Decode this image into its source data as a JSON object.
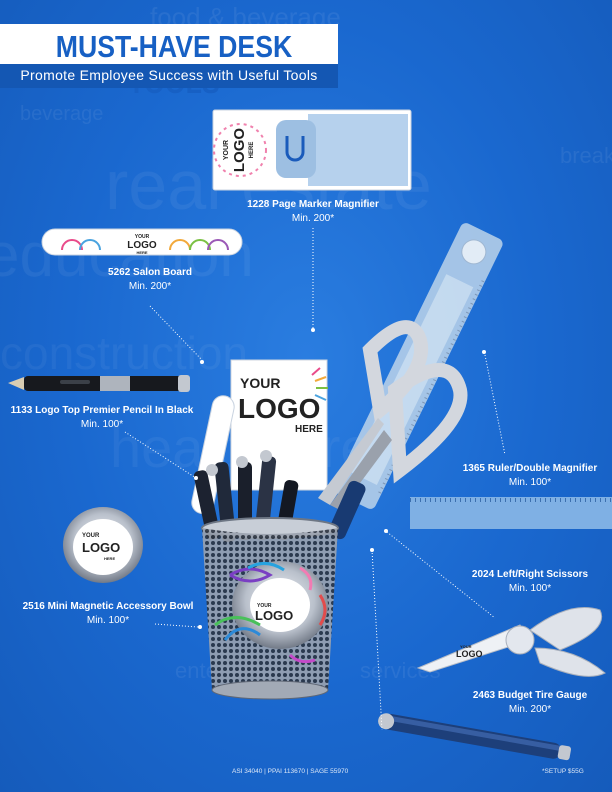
{
  "header": {
    "title": "MUST-HAVE DESK TOOLS",
    "subtitle": "Promote Employee Success with Useful Tools"
  },
  "watermark": {
    "words": [
      "food & beverage",
      "real estate",
      "breakfast",
      "education",
      "beverage",
      "construction",
      "healthcare",
      "entertainment",
      "services"
    ]
  },
  "products": [
    {
      "name": "1228 Page Marker Magnifier",
      "min": "Min. 200*"
    },
    {
      "name": "5262 Salon Board",
      "min": "Min. 200*"
    },
    {
      "name": "1133 Logo Top Premier Pencil In Black",
      "min": "Min. 100*"
    },
    {
      "name": "1365 Ruler/Double Magnifier",
      "min": "Min. 100*"
    },
    {
      "name": "2024 Left/Right Scissors",
      "min": "Min. 100*"
    },
    {
      "name": "2516 Mini Magnetic Accessory Bowl",
      "min": "Min. 100*"
    },
    {
      "name": "2463 Budget Tire Gauge",
      "min": "Min. 200*"
    }
  ],
  "logo": {
    "your": "YOUR",
    "logo": "LOGO",
    "here": "HERE"
  },
  "footer": {
    "codes": "ASI 34040  |  PPAI 113670  |  SAGE 55970",
    "setup": "*SETUP $55G"
  },
  "colors": {
    "background": "#1b6bd1",
    "title": "#1760c4",
    "subtitle_bar": "#1457b3"
  }
}
